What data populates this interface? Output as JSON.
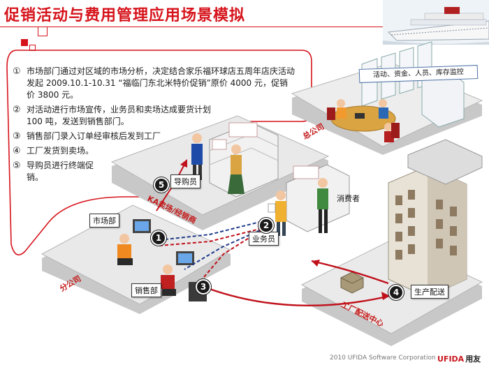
{
  "title": "促销活动与费用管理应用场景模拟",
  "steps": [
    {
      "num": "①",
      "text": "市场部门通过对区域的市场分析，决定结合家乐福环球店五周年店庆活动发起 2009.10.1-10.31 “福临门东北米特价促销”原价 4000 元，促销价 3800 元。"
    },
    {
      "num": "②",
      "text": "对活动进行市场宣传，业务员和卖场达成要货计划 100 吨，发送到销售部门。"
    },
    {
      "num": "③",
      "text": "销售部门录入订单经审核后发到工厂"
    },
    {
      "num": "④",
      "text": "工厂发货到卖场。"
    },
    {
      "num": "⑤",
      "text": "导购员进行终端促销。"
    }
  ],
  "monitor_banner": "活动、资金、人员、库存监控",
  "zones": {
    "head_office": "总公司",
    "branch_office": "分公司",
    "ka_store": "KA卖场/经销商",
    "factory_center": "工厂配送中心"
  },
  "roles": {
    "market_dept": "市场部",
    "sales_dept": "销售部",
    "guide": "导购员",
    "salesman": "业务员",
    "consumer": "消费者",
    "production": "生产配送"
  },
  "badges": [
    "1",
    "2",
    "3",
    "4",
    "5"
  ],
  "colors": {
    "accent": "#d6131b",
    "flow_dashed": "#1f3a8a",
    "platform": "#dcdcdc"
  },
  "footer": {
    "copyright": "2010 UFIDA Software Corporation",
    "brand": "UFIDA",
    "brand_cn": "用友"
  }
}
